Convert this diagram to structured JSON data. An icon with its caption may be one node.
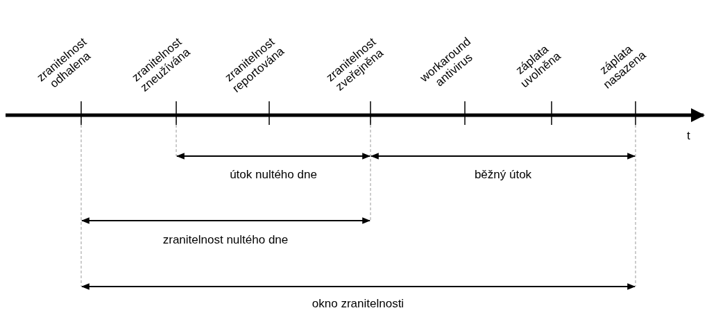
{
  "diagram": {
    "labels": [
      "zranitelnost odhalena",
      "zranitelnost zneužívána",
      "zranitelnost reportována",
      "zranitelnost zveřejněna",
      "workaround antivirus",
      "záplata uvolněna",
      "záplata nasazena",
      "t",
      "útok nultého dne",
      "běžný útok",
      "zranitelnost nultého dne",
      "okno zranitelnosti"
    ]
  }
}
